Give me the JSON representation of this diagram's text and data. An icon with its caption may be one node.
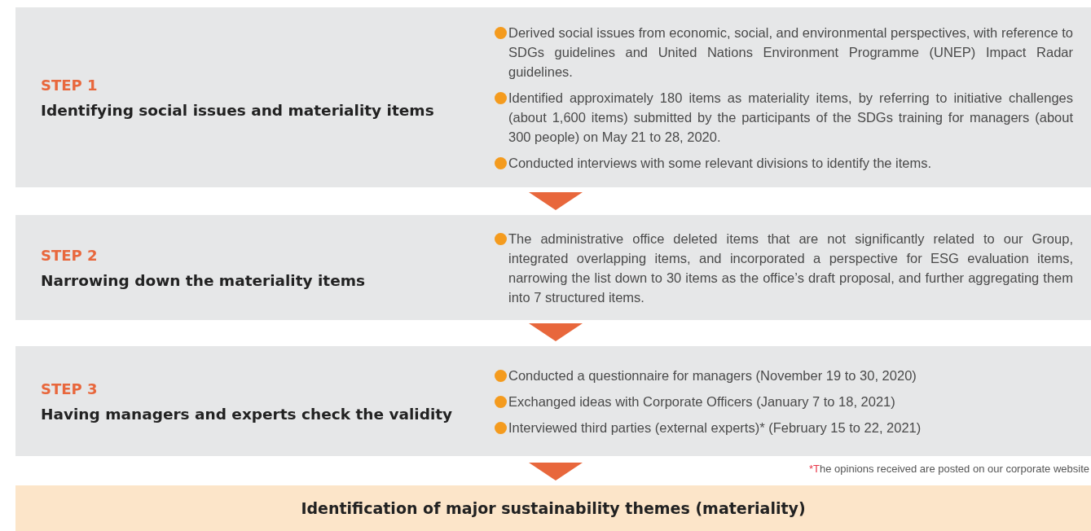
{
  "diagram": {
    "nodes": [
      {
        "text": [
          "STEP 1",
          "Identifying social issues and materiality items",
          "Derived social issues from economic, social, and environmental perspectives, with reference to SDGs guidelines and United Nations Environment Programme (UNEP) Impact Radar guidelines.",
          "Identified approximately 180 items as materiality items, by referring to initiative challenges (about 1,600 items) submitted by the participants of the SDGs training for managers (about 300 people) on May 21 to 28, 2020.",
          "Conducted interviews with some relevant divisions to identify the items."
        ]
      },
      {
        "text": [
          "STEP 2",
          "Narrowing down the materiality items",
          "The administrative office deleted items that are not significantly related to our Group, integrated overlapping items, and incorporated a perspective for ESG evaluation items, narrowing the list down to 30 items as the office’s draft proposal, and further aggregating them into 7 structured items."
        ]
      },
      {
        "text": [
          "STEP 3",
          "Having managers and experts check the validity",
          "Conducted a questionnaire for managers (November 19 to 30, 2020)",
          "Exchanged ideas with Corporate Officers (January 7 to 18, 2021)",
          "Interviewed third parties (external experts)* (February 15 to 22, 2021)"
        ]
      },
      {
        "text": [
          "Identification of major sustainability themes (materiality)"
        ]
      }
    ],
    "edges": [
      {
        "from": 0,
        "to": 1,
        "arrow": "to"
      },
      {
        "from": 1,
        "to": 2,
        "arrow": "to"
      },
      {
        "from": 2,
        "to": 3,
        "arrow": "to"
      }
    ],
    "labels": [
      "*The opinions received are posted on our corporate website"
    ]
  }
}
